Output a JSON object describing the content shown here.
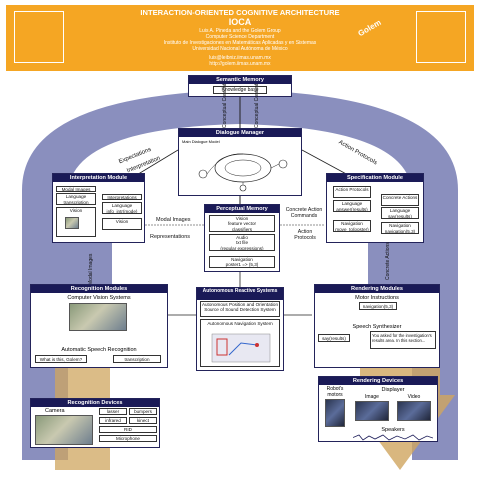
{
  "header": {
    "title": "INTERACTION-ORIENTED COGNITIVE ARCHITECTURE",
    "acronym": "IOCA",
    "authors": "Luis A. Pineda and the Golem Group",
    "dept": "Computer Science Department",
    "inst": "Instituto de Investigaciones en Matemáticas Aplicadas y en Sistemas",
    "univ": "Universidad Nacional Autónoma de México",
    "email": "luis@leibniz.iimas.unam.mx",
    "url": "http://golem.iimas.unam.mx",
    "golem_logo": "Golem"
  },
  "semantic_memory": {
    "title": "Semantic Memory",
    "item": "Knowledge base"
  },
  "links": {
    "conceptual_content": "Conceptual Content",
    "conceptual_content_2": "Conceptual Content",
    "expectations": "Expectations",
    "interpretation": "Interpretation",
    "action_protocols": "Action Protocols",
    "modal_images": "Modal Images",
    "representations": "Representations",
    "concrete_action_commands": "Concrete Action Commands",
    "action_protocols_2": "Action Protocols",
    "modal_images_side": "Modal Images",
    "concrete_actions": "Concrete Actions"
  },
  "dialogue_manager": {
    "title": "Dialogue Manager",
    "subtitle": "Main Dialogue Model"
  },
  "interpretation_module": {
    "title": "Interpretation Module",
    "left_items": [
      "Modal Images",
      "Language",
      "transcription",
      "Vision"
    ],
    "right_items": [
      "Interpretations",
      "Language",
      "info_intr(mode)",
      "Vision"
    ]
  },
  "specification_module": {
    "title": "Specification Module",
    "left_items": [
      "Action Protocols",
      "Language",
      "answer(results)",
      "Navigation",
      "move_to(poster)"
    ],
    "right_items": [
      "Concrete Actions",
      "Language",
      "say(results)",
      "Navigation",
      "navigation(5,3)"
    ]
  },
  "perceptual_memory": {
    "title": "Perceptual Memory",
    "items": [
      "Vision",
      "feature vector",
      "classifiers",
      "Audio",
      "txt file",
      "(regular expressions)",
      "Navigation",
      "poster1 => (5,3)"
    ]
  },
  "recognition_modules": {
    "title": "Recognition Modules",
    "vision": "Computer Vision Systems",
    "asr": "Automatic Speech Recognition",
    "asr_input": "What is this, Golem?",
    "asr_output": "transcription"
  },
  "autonomous_systems": {
    "title": "Autonomous Reactive Systems",
    "sound": "Autonomous Position and Orientation Source of Sound Detection System",
    "nav": "Autonomous Navigation System"
  },
  "rendering_modules": {
    "title": "Rendering Modules",
    "motor": "Motor Instructions",
    "motor_cmd": "navigation(5,3)",
    "speech": "Speech Synthesizer",
    "say": "say(results)",
    "say_text": "You asked for the investigation's results area. In this section..."
  },
  "recognition_devices": {
    "title": "Recognition Devices",
    "items": [
      "Camera",
      "lasser",
      "bumpers",
      "infrared",
      "kinect",
      "RID",
      "Microphone"
    ]
  },
  "rendering_devices": {
    "title": "Rendering Devices",
    "items": [
      "Robot's motors",
      "Displayer",
      "Image",
      "Video",
      "Speakers"
    ]
  },
  "colors": {
    "header": "#f5a623",
    "arch": "#8a8fbe",
    "box_header": "#1a1a57",
    "golden": "#cfa55f"
  }
}
